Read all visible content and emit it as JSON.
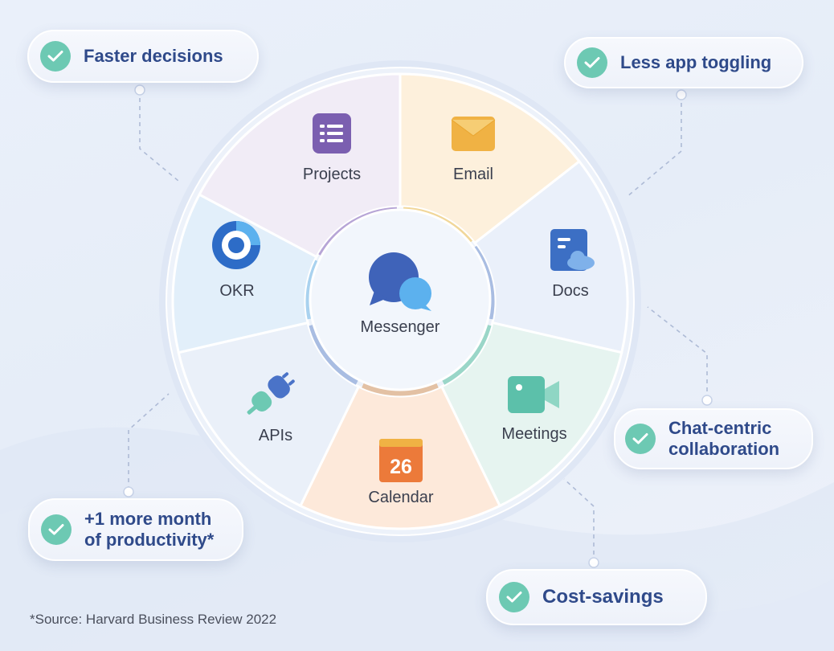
{
  "center": {
    "label": "Messenger",
    "icon": "chat-bubbles-icon"
  },
  "segments": [
    {
      "id": "projects",
      "label": "Projects",
      "icon": "list-icon",
      "color": "#7b5fb0"
    },
    {
      "id": "email",
      "label": "Email",
      "icon": "envelope-icon",
      "color": "#f0b244"
    },
    {
      "id": "docs",
      "label": "Docs",
      "icon": "document-cloud-icon",
      "color": "#3c6fc4"
    },
    {
      "id": "meetings",
      "label": "Meetings",
      "icon": "video-camera-icon",
      "color": "#5cc0aa"
    },
    {
      "id": "calendar",
      "label": "Calendar",
      "icon": "calendar-icon",
      "color": "#ec7a3a",
      "date": "26"
    },
    {
      "id": "apis",
      "label": "APIs",
      "icon": "plug-icon",
      "color": "#4a73c8"
    },
    {
      "id": "okr",
      "label": "OKR",
      "icon": "target-icon",
      "color": "#2d6cc7"
    }
  ],
  "benefits": {
    "faster": {
      "lines": [
        "Faster decisions"
      ]
    },
    "less": {
      "lines": [
        "Less app toggling"
      ]
    },
    "chat": {
      "lines": [
        "Chat-centric",
        "collaboration"
      ]
    },
    "plus": {
      "lines": [
        "+1 more month",
        "of productivity*"
      ]
    },
    "cost": {
      "lines": [
        "Cost-savings"
      ]
    }
  },
  "footnote": "*Source: Harvard Business Review 2022",
  "colors": {
    "check": "#6dc9b3",
    "benefit_text": "#2f4a8a",
    "ring": "#d6e0f1"
  }
}
